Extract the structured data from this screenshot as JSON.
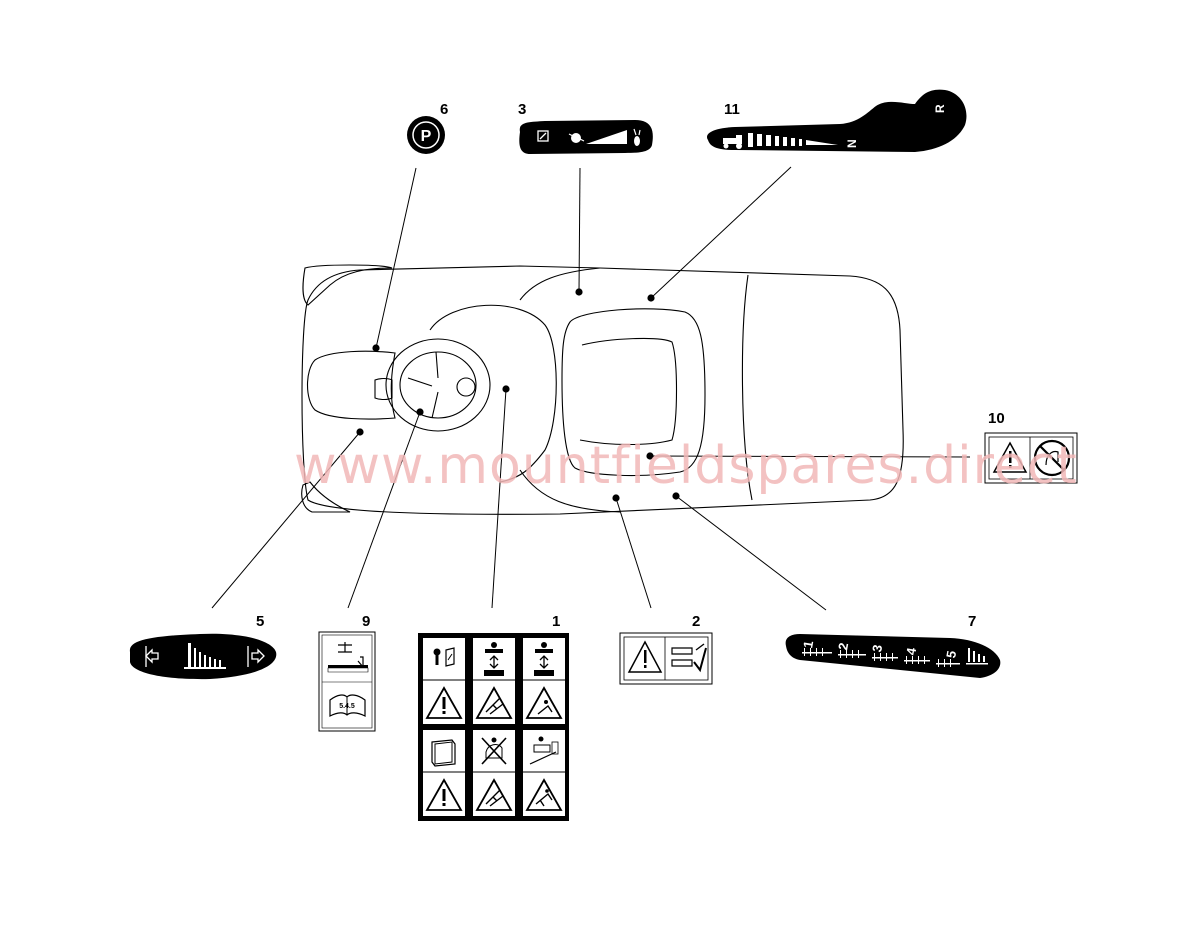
{
  "callouts": [
    {
      "id": "1",
      "label": "1"
    },
    {
      "id": "2",
      "label": "2"
    },
    {
      "id": "3",
      "label": "3"
    },
    {
      "id": "5",
      "label": "5"
    },
    {
      "id": "6",
      "label": "6"
    },
    {
      "id": "7",
      "label": "7"
    },
    {
      "id": "9",
      "label": "9"
    },
    {
      "id": "10",
      "label": "10"
    },
    {
      "id": "11",
      "label": "11"
    }
  ],
  "decal_6": {
    "symbol": "P"
  },
  "decal_11": {
    "neutral": "N",
    "reverse": "R"
  },
  "decal_7": {
    "gears": [
      "1",
      "2",
      "3",
      "4",
      "5"
    ]
  },
  "decal_9": {
    "manual_ref": "5.4.5"
  },
  "watermark": "www.mountfieldspares.direct",
  "colors": {
    "ink": "#000000",
    "paper": "#ffffff",
    "watermark": "#f2b8b8"
  }
}
